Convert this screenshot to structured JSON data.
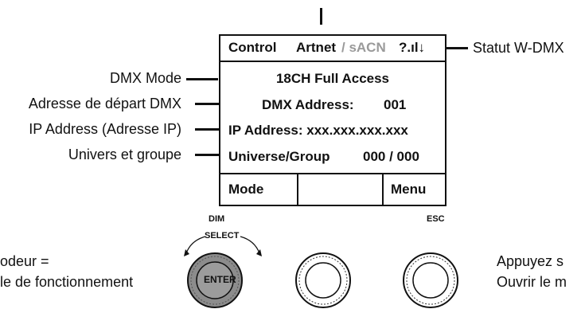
{
  "left_labels": {
    "dmx_mode": "DMX Mode",
    "dmx_start": "Adresse de départ DMX",
    "ip_address": "IP Address (Adresse IP)",
    "universe": "Univers et groupe"
  },
  "right_label": "Statut W-DMX",
  "screen": {
    "control": "Control",
    "artnet": "Artnet",
    "slash_sacn": "/ sACN",
    "status_icon": "?.ıl↓",
    "mode_name": "18CH Full Access",
    "dmx_address_label": "DMX Address:",
    "dmx_address_value": "001",
    "ip_line": "IP Address: xxx.xxx.xxx.xxx",
    "universe_label": "Universe/Group",
    "universe_value": "000 / 000",
    "btn_mode": "Mode",
    "btn_menu": "Menu"
  },
  "knobs": {
    "dim": "DIM",
    "select": "SELECT",
    "esc": "ESC",
    "enter": "ENTER"
  },
  "bottom_left_text": [
    "odeur =",
    "le de fonctionnement"
  ],
  "bottom_right_text": [
    "Appuyez s",
    "Ouvrir le m"
  ]
}
